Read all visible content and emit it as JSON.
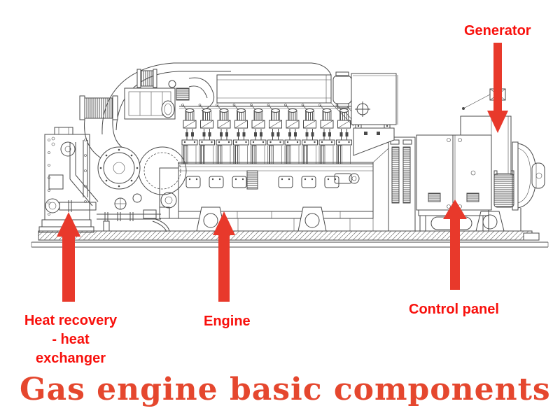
{
  "title": {
    "text": "Gas engine basic components"
  },
  "labels": {
    "generator": "Generator",
    "heat_recovery": "Heat recovery\n- heat\nexchanger",
    "engine": "Engine",
    "control_panel": "Control panel"
  },
  "arrows": [
    {
      "name": "generator-arrow",
      "direction": "down",
      "points_to": "Generator"
    },
    {
      "name": "heat-recovery-arrow",
      "direction": "up",
      "points_to": "Heat recovery - heat exchanger"
    },
    {
      "name": "engine-arrow",
      "direction": "up",
      "points_to": "Engine"
    },
    {
      "name": "control-panel-arrow",
      "direction": "up",
      "points_to": "Control panel"
    }
  ],
  "colors": {
    "label_red": "#f8100c",
    "arrow_red": "#e8392b",
    "title_red": "#e5472e",
    "line": "#4a4a4a"
  }
}
